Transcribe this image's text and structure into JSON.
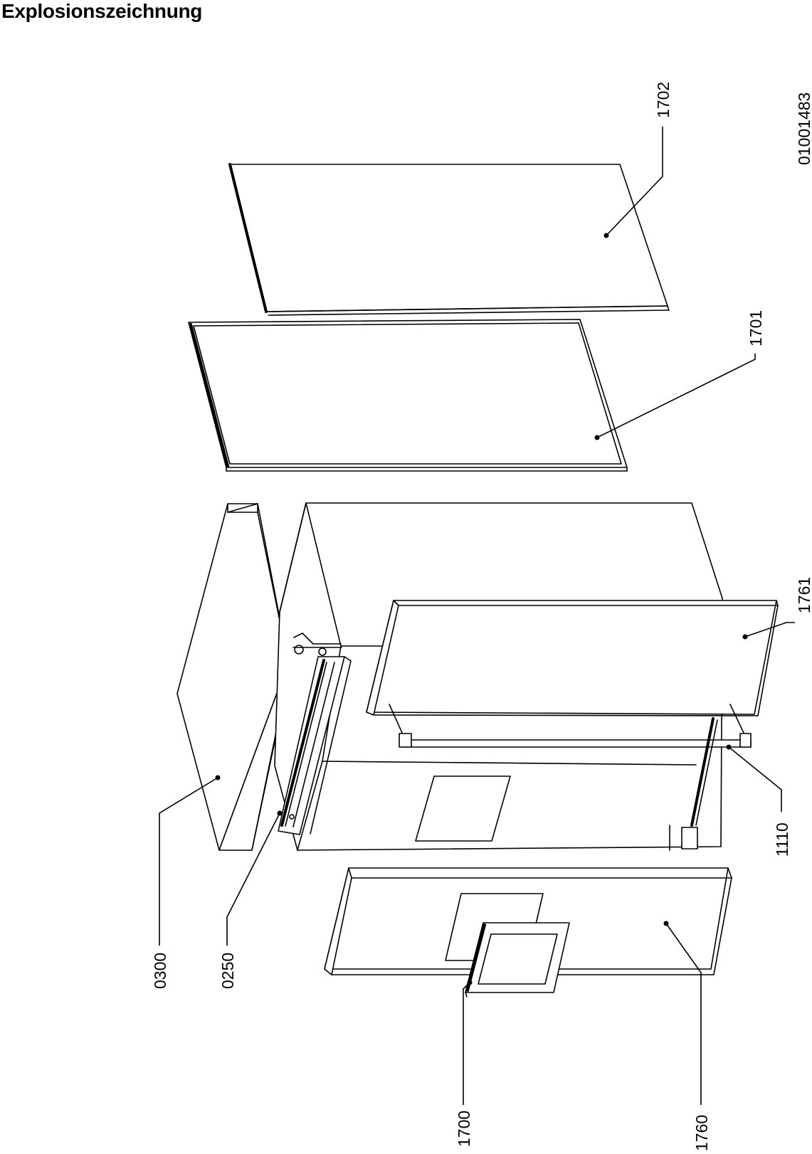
{
  "title": "Explosionszeichnung",
  "drawing_number": "01001483",
  "parts": [
    {
      "label": "1702",
      "icon": "top-panel"
    },
    {
      "label": "1701",
      "icon": "glass-shelf-frame"
    },
    {
      "label": "0300",
      "icon": "worktop-plate"
    },
    {
      "label": "0250",
      "icon": "rail-bracket"
    },
    {
      "label": "1761",
      "icon": "upper-door"
    },
    {
      "label": "1110",
      "icon": "hinge-bar"
    },
    {
      "label": "1760",
      "icon": "lower-door"
    },
    {
      "label": "1700",
      "icon": "door-frame"
    }
  ]
}
